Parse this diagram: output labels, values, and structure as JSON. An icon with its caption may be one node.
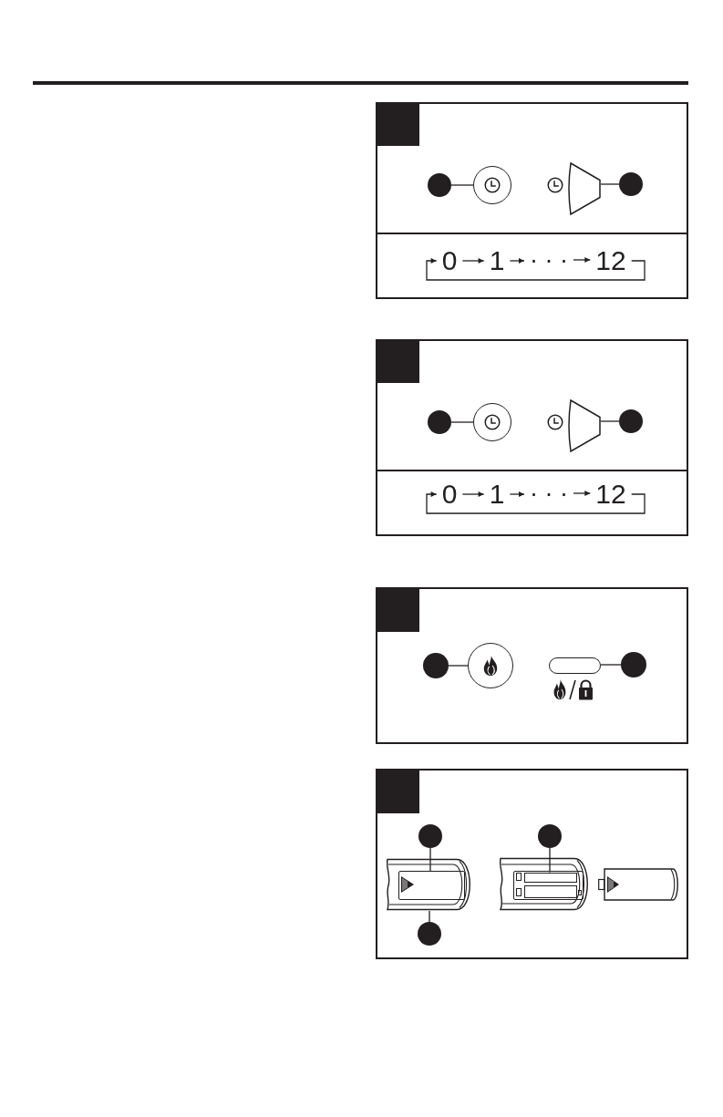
{
  "diagram": {
    "nodes": [
      {
        "text": [],
        "shape": "box"
      },
      {
        "text": [],
        "shape": "circle",
        "in": 0
      },
      {
        "text": [],
        "shape": "circle",
        "in": 0
      },
      {
        "text": [],
        "shape": "picture",
        "in": 0
      },
      {
        "text": [],
        "shape": "circle",
        "in": 0
      },
      {
        "text": [
          "0"
        ],
        "in": 0
      },
      {
        "text": [
          "1"
        ],
        "in": 0
      },
      {
        "text": [
          "· · ·"
        ],
        "in": 0
      },
      {
        "text": [
          "12"
        ],
        "in": 0
      },
      {
        "text": [],
        "shape": "box"
      },
      {
        "text": [],
        "shape": "circle",
        "in": 9
      },
      {
        "text": [],
        "shape": "circle",
        "in": 9
      },
      {
        "text": [],
        "shape": "picture",
        "in": 9
      },
      {
        "text": [],
        "shape": "circle",
        "in": 9
      },
      {
        "text": [
          "0"
        ],
        "in": 9
      },
      {
        "text": [
          "1"
        ],
        "in": 9
      },
      {
        "text": [
          "· · ·"
        ],
        "in": 9
      },
      {
        "text": [
          "12"
        ],
        "in": 9
      },
      {
        "text": [],
        "shape": "box"
      },
      {
        "text": [],
        "shape": "circle",
        "in": 18
      },
      {
        "text": [],
        "shape": "circle",
        "in": 18
      },
      {
        "text": [],
        "shape": "box",
        "in": 18
      },
      {
        "text": [],
        "shape": "circle",
        "in": 18
      },
      {
        "text": [],
        "shape": "box"
      },
      {
        "text": [],
        "shape": "circle",
        "in": 23
      },
      {
        "text": [],
        "shape": "circle",
        "in": 23
      },
      {
        "text": [],
        "shape": "picture",
        "in": 23
      },
      {
        "text": [],
        "shape": "box",
        "in": 26
      },
      {
        "text": [],
        "shape": "picture",
        "in": 23
      },
      {
        "text": [],
        "shape": "box",
        "in": 28
      },
      {
        "text": [],
        "shape": "box",
        "in": 29
      },
      {
        "text": [],
        "shape": "box",
        "in": 29
      },
      {
        "text": [],
        "shape": "circle",
        "in": 23
      }
    ],
    "edges": [
      {
        "from": 1,
        "to": 2,
        "arrow": "none"
      },
      {
        "from": 4,
        "to": 3,
        "arrow": "none"
      },
      {
        "from": 5,
        "to": 6,
        "arrow": "to"
      },
      {
        "from": 6,
        "to": 7,
        "arrow": "to"
      },
      {
        "from": 7,
        "to": 8,
        "arrow": "to"
      },
      {
        "from": 8,
        "to": 5,
        "arrow": "to"
      },
      {
        "from": 10,
        "to": 11,
        "arrow": "none"
      },
      {
        "from": 13,
        "to": 12,
        "arrow": "none"
      },
      {
        "from": 14,
        "to": 15,
        "arrow": "to"
      },
      {
        "from": 15,
        "to": 16,
        "arrow": "to"
      },
      {
        "from": 16,
        "to": 17,
        "arrow": "to"
      },
      {
        "from": 17,
        "to": 14,
        "arrow": "to"
      },
      {
        "from": 19,
        "to": 20,
        "arrow": "none"
      },
      {
        "from": 22,
        "to": 21,
        "arrow": "none"
      },
      {
        "from": 24,
        "to": 27,
        "arrow": "none"
      },
      {
        "from": 25,
        "to": 30,
        "arrow": "none"
      },
      {
        "from": 32,
        "to": 26,
        "arrow": "none"
      }
    ]
  }
}
